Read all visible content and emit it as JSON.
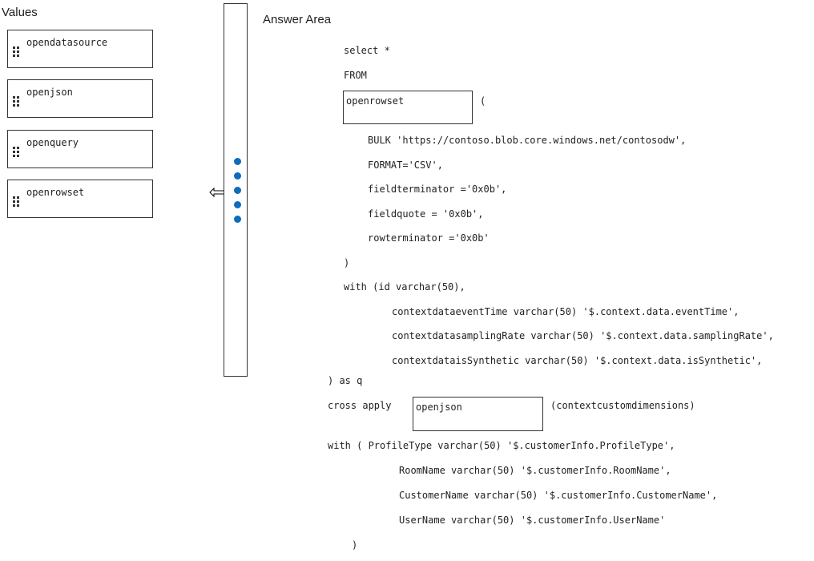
{
  "values_panel": {
    "title": "Values",
    "items": [
      {
        "label": "opendatasource",
        "icon": "drag-handle-icon"
      },
      {
        "label": "openjson",
        "icon": "drag-handle-icon"
      },
      {
        "label": "openquery",
        "icon": "drag-handle-icon"
      },
      {
        "label": "openrowset",
        "icon": "drag-handle-icon"
      }
    ]
  },
  "answer_area": {
    "title": "Answer Area",
    "slots": {
      "slot1": "openrowset",
      "slot2": "openjson"
    },
    "lines": {
      "l1": "select *",
      "l2": "FROM",
      "l3": "(",
      "l4": "BULK 'https://contoso.blob.core.windows.net/contosodw',",
      "l5": "FORMAT='CSV',",
      "l6": "fieldterminator ='0x0b',",
      "l7": "fieldquote = '0x0b',",
      "l8": "rowterminator ='0x0b'",
      "l9": ")",
      "l10": "with (id varchar(50),",
      "l11": "contextdataeventTime varchar(50) '$.context.data.eventTime',",
      "l12": "contextdatasamplingRate varchar(50) '$.context.data.samplingRate',",
      "l13": "contextdataisSynthetic varchar(50) '$.context.data.isSynthetic',",
      "l14": ") as q",
      "l15": "cross apply",
      "l16": "(contextcustomdimensions)",
      "l17": "with ( ProfileType varchar(50) '$.customerInfo.ProfileType',",
      "l18": "RoomName varchar(50) '$.customerInfo.RoomName',",
      "l19": "CustomerName varchar(50) '$.customerInfo.CustomerName',",
      "l20": "UserName varchar(50) '$.customerInfo.UserName'",
      "l21": ")"
    }
  },
  "splitter": {
    "icon": "resize-horizontal-icon",
    "handle_icon": "splitter-dots-icon"
  },
  "colors": {
    "accent": "#0f6cbd",
    "border": "#333333"
  }
}
